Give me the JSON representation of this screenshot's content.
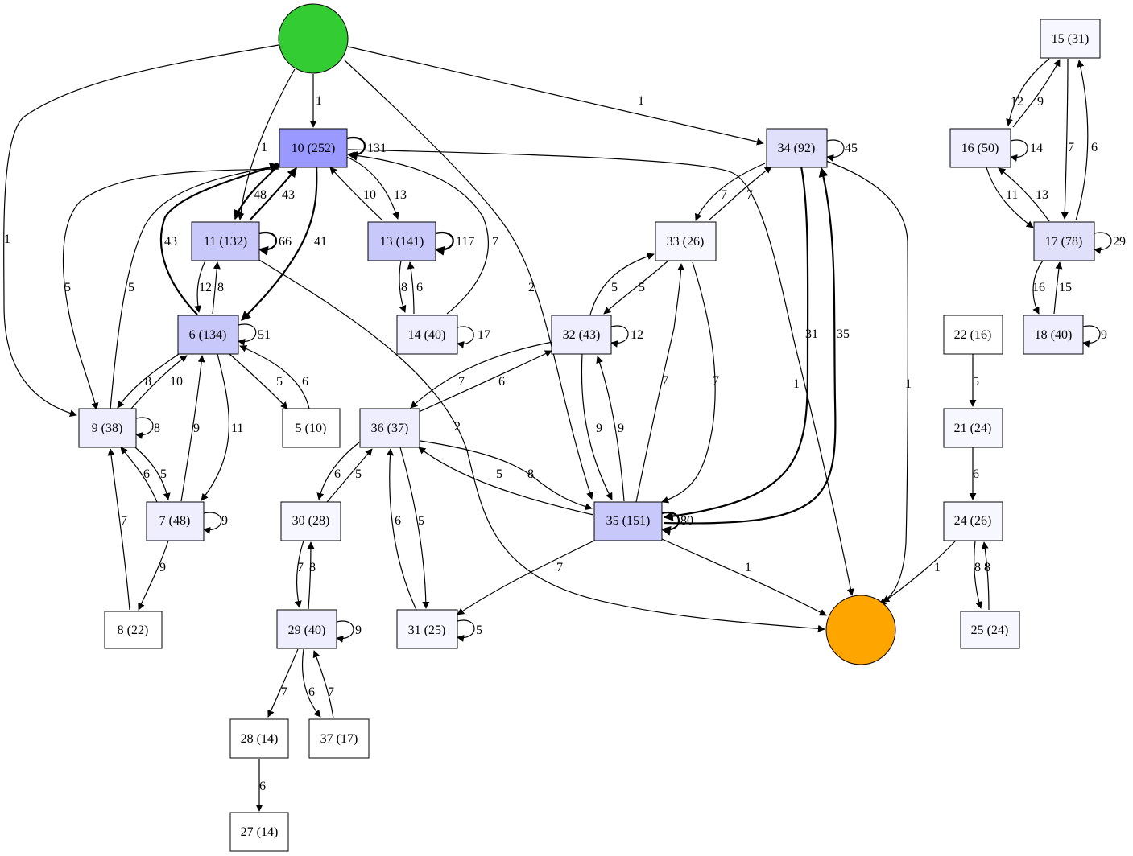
{
  "colors": {
    "start": "#33cc33",
    "end": "#ffa500",
    "fill_l0": "#f7f7ff",
    "fill_l1": "#eeeeff",
    "fill_l2": "#e0e0fb",
    "fill_l3": "#c8c8fa",
    "fill_l4": "#9999ff"
  },
  "nodes": {
    "start": {
      "label": ""
    },
    "end": {
      "label": ""
    },
    "n10": {
      "label": "10 (252)"
    },
    "n11": {
      "label": "11 (132)"
    },
    "n13": {
      "label": "13 (141)"
    },
    "n14": {
      "label": "14 (40)"
    },
    "n6": {
      "label": "6 (134)"
    },
    "n9": {
      "label": "9 (38)"
    },
    "n5": {
      "label": "5 (10)"
    },
    "n7": {
      "label": "7 (48)"
    },
    "n8": {
      "label": "8 (22)"
    },
    "n34": {
      "label": "34 (92)"
    },
    "n33": {
      "label": "33 (26)"
    },
    "n32": {
      "label": "32 (43)"
    },
    "n36": {
      "label": "36 (37)"
    },
    "n35": {
      "label": "35 (151)"
    },
    "n30": {
      "label": "30 (28)"
    },
    "n29": {
      "label": "29 (40)"
    },
    "n28": {
      "label": "28 (14)"
    },
    "n27": {
      "label": "27 (14)"
    },
    "n37": {
      "label": "37 (17)"
    },
    "n31": {
      "label": "31 (25)"
    },
    "n15": {
      "label": "15 (31)"
    },
    "n16": {
      "label": "16 (50)"
    },
    "n17": {
      "label": "17 (78)"
    },
    "n18": {
      "label": "18 (40)"
    },
    "n22": {
      "label": "22 (16)"
    },
    "n21": {
      "label": "21 (24)"
    },
    "n24": {
      "label": "24 (26)"
    },
    "n25": {
      "label": "25 (24)"
    }
  },
  "edges": {
    "start_10": "1",
    "start_11": "1",
    "start_9": "1",
    "start_35": "2",
    "start_34": "1",
    "10_10": "131",
    "10_11": "48",
    "11_10": "43",
    "10_6": "41",
    "6_10": "43",
    "10_9": "5",
    "9_10": "5",
    "10_13": "13",
    "13_10": "10",
    "14_10": "7",
    "10_end": "1",
    "11_11": "66",
    "11_6": "12",
    "6_11": "8",
    "11_end": "2",
    "13_13": "117",
    "13_14": "8",
    "14_13": "6",
    "14_14": "17",
    "6_6": "51",
    "6_9": "8",
    "9_6": "10",
    "6_5": "5",
    "5_6": "6",
    "6_7": "11",
    "7_6": "9",
    "9_9": "8",
    "9_7": "5",
    "7_9": "6",
    "7_7": "9",
    "7_8": "9",
    "8_9": "7",
    "34_34": "45",
    "34_33": "7",
    "33_34": "7",
    "34_35": "31",
    "35_34": "35",
    "34_end": "1",
    "33_32": "5",
    "32_33": "5",
    "33_35": "7",
    "35_33": "7",
    "32_32": "12",
    "32_36": "7",
    "36_32": "6",
    "32_35": "9",
    "35_32": "9",
    "36_35": "8",
    "35_36": "5",
    "36_30": "6",
    "30_36": "5",
    "36_31": "5",
    "31_36": "6",
    "35_35": "80",
    "35_31": "7",
    "35_end": "1",
    "30_29": "7",
    "29_30": "8",
    "29_29": "9",
    "29_28": "7",
    "29_37": "6",
    "37_29": "7",
    "28_27": "6",
    "31_31": "5",
    "15_16": "12",
    "16_15": "9",
    "15_17": "7",
    "17_15": "6",
    "16_16": "14",
    "16_17": "11",
    "17_16": "13",
    "17_17": "29",
    "17_18": "16",
    "18_17": "15",
    "18_18": "9",
    "22_21": "5",
    "21_24": "6",
    "24_25": "8",
    "25_24": "8",
    "24_end": "1"
  }
}
